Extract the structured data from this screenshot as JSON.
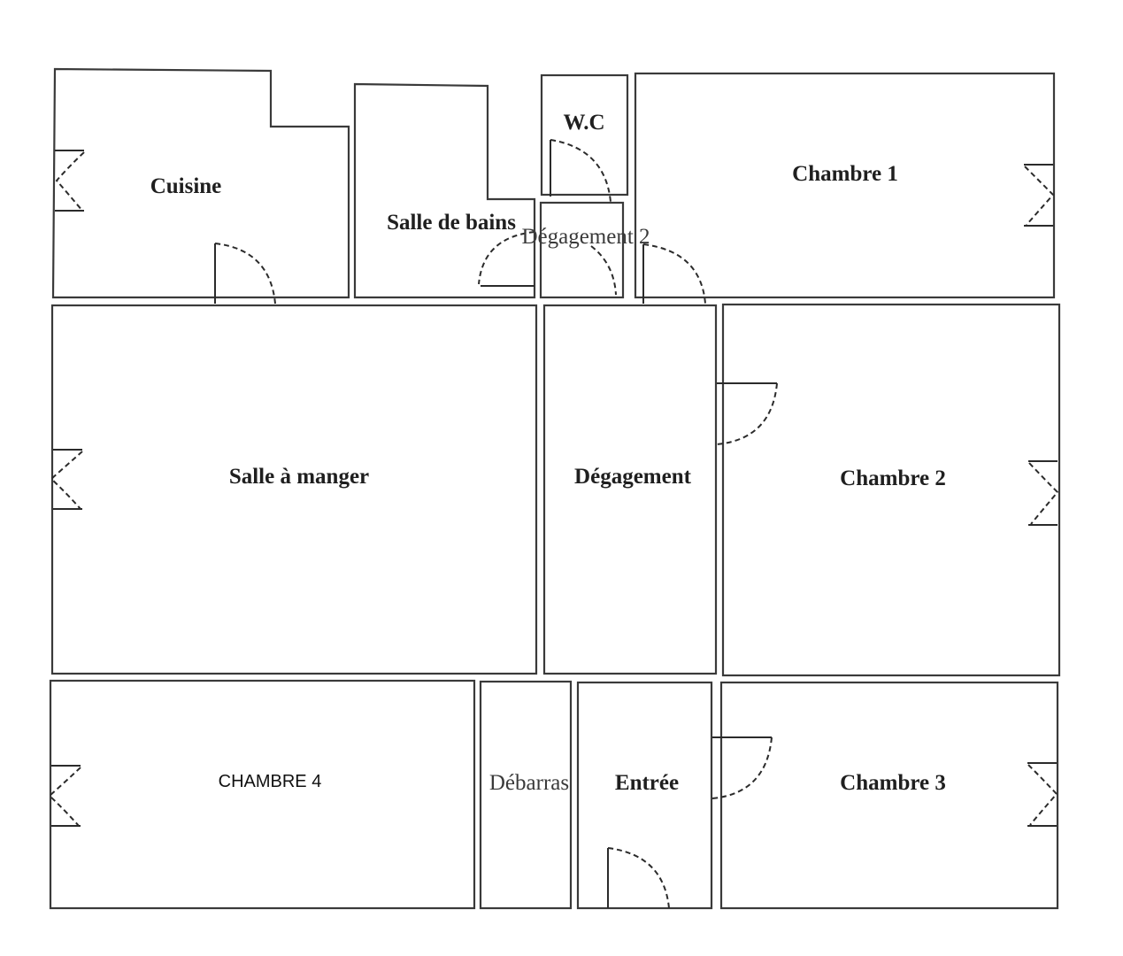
{
  "rooms": {
    "cuisine": "Cuisine",
    "salle_de_bains": "Salle de bains",
    "wc": "W.C",
    "degagement_2": "Dégagement 2",
    "chambre_1": "Chambre 1",
    "salle_a_manger": "Salle à manger",
    "degagement": "Dégagement",
    "chambre_2": "Chambre 2",
    "chambre_4": "CHAMBRE 4",
    "debarras": "Débarras",
    "entree": "Entrée",
    "chambre_3": "Chambre 3"
  }
}
